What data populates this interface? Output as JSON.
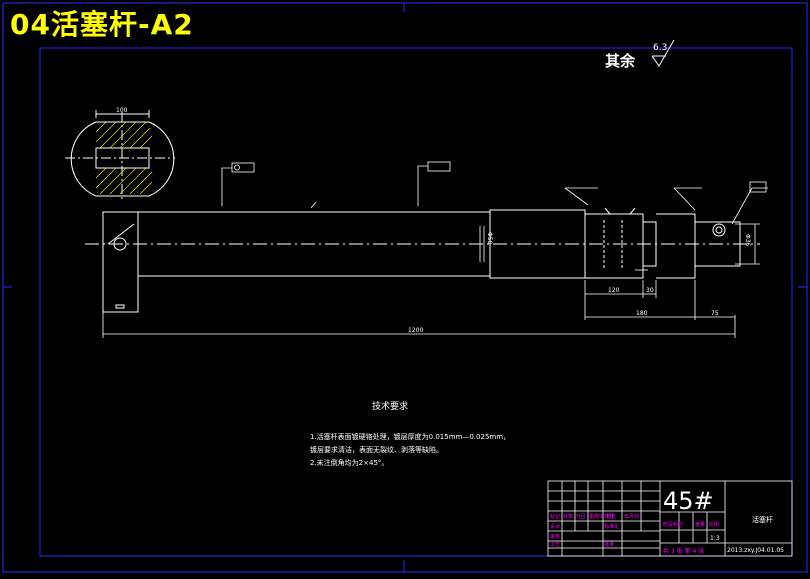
{
  "overlay_title": "04活塞杆-A2",
  "roughness": {
    "label": "其余",
    "value": "6.3"
  },
  "tech_requirements": {
    "title": "技术要求",
    "items": [
      "1.活塞杆表面镀硬铬处理，镀层厚度为0.015mm—0.025mm，",
      "   镀层要求清洁，表面无裂纹、剥落等缺陷。",
      "2.未注倒角均为2×45°。"
    ]
  },
  "dimensions": {
    "total_length": "1200",
    "right_end": "75",
    "seg_a": "180",
    "seg_b": "120",
    "seg_c": "30",
    "top_small": "100",
    "dia_main": "Φ50",
    "dia_right": "Φ36"
  },
  "title_block": {
    "material": "45#",
    "part_name": "活塞杆",
    "drawing_no": "2013.zxy.J04.01.05",
    "scale": "1:3",
    "sheet_info": "共 3 张 第 4 张",
    "labels": [
      "标记",
      "处数",
      "分区",
      "更改文件号",
      "签名",
      "年月日",
      "设计",
      "标准化",
      "阶段标记",
      "重量",
      "比例",
      "审核",
      "工艺",
      "批准"
    ]
  },
  "colors": {
    "background": "#000000",
    "frame": "#0000ff",
    "line": "#ffffff",
    "title_text": "#ffff00",
    "label_text": "#ff00ff"
  }
}
